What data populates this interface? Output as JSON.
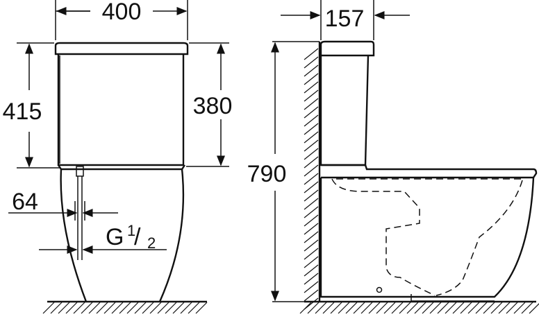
{
  "dimensions": {
    "width_front": "400",
    "depth_tank": "157",
    "height_total_tank": "415",
    "height_tank": "380",
    "height_overall": "790",
    "inlet_offset": "64",
    "connection_prefix": "G",
    "connection_num": "1",
    "connection_den": "2"
  },
  "colors": {
    "line": "#111111",
    "background": "#ffffff"
  }
}
